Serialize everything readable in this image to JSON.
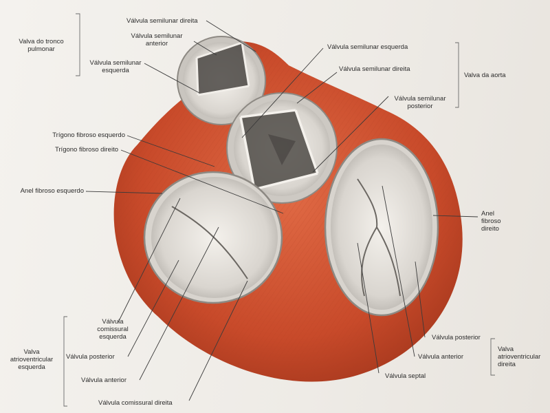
{
  "labels": {
    "valvula_semilunar_direita_top": "Válvula semilunar direita",
    "valvula_semilunar_anterior": "Válvula semilunar\nanterior",
    "valvula_semilunar_esquerda_pulm": "Válvula semilunar\nesquerda",
    "valva_tronco_pulmonar": "Valva do tronco\npulmonar",
    "valvula_semilunar_esquerda_aorta": "Válvula semilunar esquerda",
    "valvula_semilunar_direita_aorta": "Válvula semilunar direita",
    "valvula_semilunar_posterior": "Válvula semilunar\nposterior",
    "valva_aorta": "Valva da aorta",
    "trigono_fibroso_esquerdo": "Trígono fibroso esquerdo",
    "trigono_fibroso_direito": "Trígono fibroso direito",
    "anel_fibroso_esquerdo": "Anel fibroso esquerdo",
    "anel_fibroso_direito": "Anel\nfibroso\ndireito",
    "valvula_comissural_esquerda": "Válvula\ncomissural\nesquerda",
    "valva_atrioventricular_esquerda": "Valva\natrioventricular\nesquerda",
    "valvula_posterior_left": "Válvula posterior",
    "valvula_anterior_left": "Válvula anterior",
    "valvula_comissural_direita": "Válvula comissural direita",
    "valvula_posterior_right": "Válvula posterior",
    "valvula_anterior_right": "Válvula anterior",
    "valvula_septal": "Válvula septal",
    "valva_atrioventricular_direita": "Valva\natrioventricular\ndireita"
  }
}
